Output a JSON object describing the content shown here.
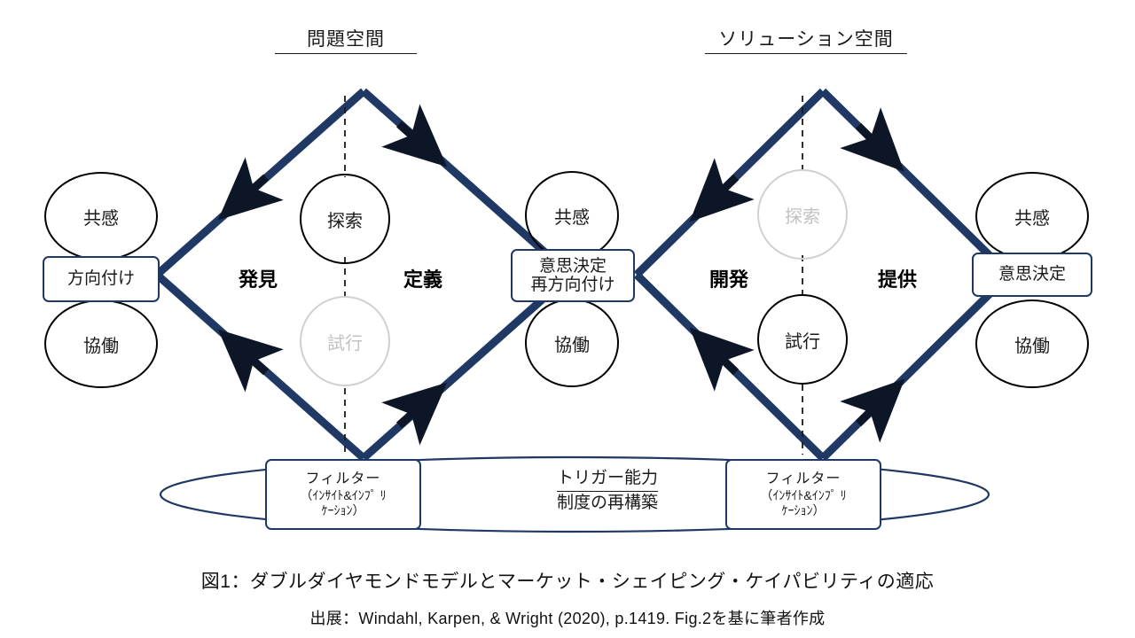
{
  "headings": {
    "problem_space": "問題空間",
    "solution_space": "ソリューション空間"
  },
  "phase_labels": {
    "discover": "発見",
    "define": "定義",
    "develop": "開発",
    "deliver": "提供"
  },
  "left_group": {
    "top_circle": "共感",
    "box": "方向付け",
    "bottom_circle": "協働"
  },
  "middle_group": {
    "top_circle": "共感",
    "box_line1": "意思決定",
    "box_line2": "再方向付け",
    "bottom_circle": "協働"
  },
  "right_group": {
    "top_circle": "共感",
    "box": "意思決定",
    "bottom_circle": "協働"
  },
  "diamond1": {
    "top_circle": "探索",
    "bottom_circle": "試行"
  },
  "diamond2": {
    "top_circle": "探索",
    "bottom_circle": "試行"
  },
  "filter_left": {
    "line1": "フィルター",
    "line2": "（ｲﾝｻｲﾄ&ｲﾝﾌﾟ ﾘ",
    "line3": "ｹｰｼｮﾝ）"
  },
  "filter_right": {
    "line1": "フィルター",
    "line2": "（ｲﾝｻｲﾄ&ｲﾝﾌﾟ ﾘ",
    "line3": "ｹｰｼｮﾝ）"
  },
  "trigger": {
    "line1": "トリガー能力",
    "line2": "制度の再構築"
  },
  "caption": {
    "main": "図1：ダブルダイヤモンドモデルとマーケット・シェイピング・ケイパビリティの適応",
    "source": "出展：Windahl, Karpen, & Wright (2020), p.1419. Fig.2を基に筆者作成"
  },
  "colors": {
    "navy": "#1f3864",
    "black": "#000000",
    "faded": "#c9c9c9",
    "background": "#ffffff"
  }
}
